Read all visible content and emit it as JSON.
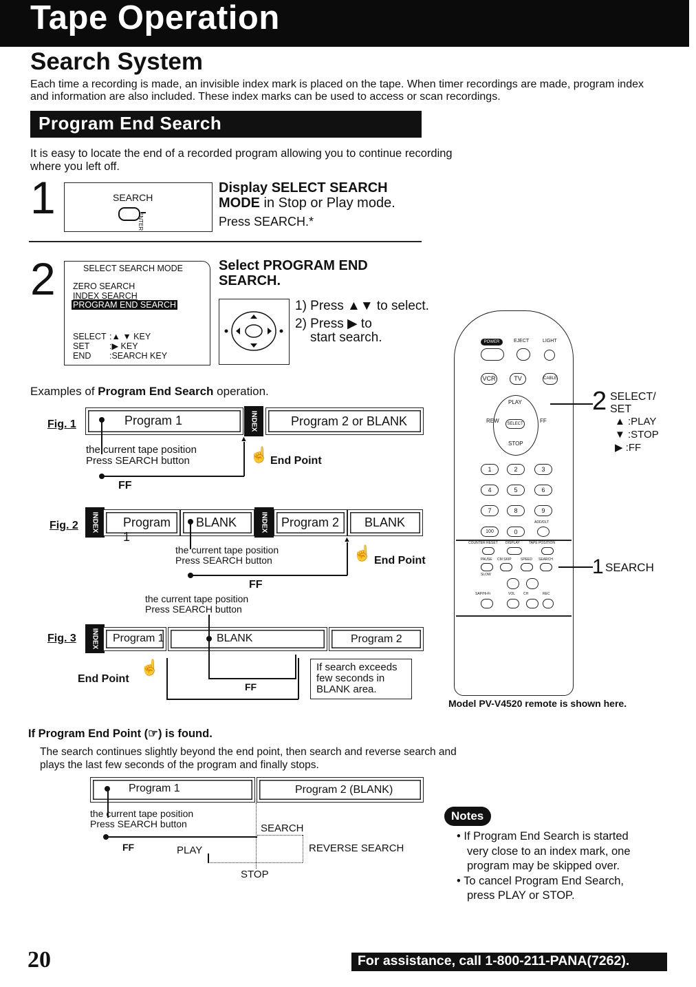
{
  "header": {
    "title": "Tape Operation"
  },
  "section": {
    "title": "Search System",
    "intro": "Each time a recording is made, an invisible index mark is placed on the tape. When timer recordings are made, program index and information are also included. These index marks can be used to access or scan recordings."
  },
  "subsection": {
    "title": "Program End Search",
    "description": "It is easy to locate the end of a recorded program allowing you to continue recording where you left off."
  },
  "step1": {
    "number": "1",
    "button_label": "SEARCH",
    "button_side": "ENTER",
    "title_bold": "Display SELECT SEARCH",
    "title_bold2": "MODE",
    "title_rest": " in Stop or Play mode.",
    "sub": "Press SEARCH.*"
  },
  "step2": {
    "number": "2",
    "title": "Select PROGRAM END",
    "title2": "SEARCH.",
    "screen": {
      "heading": "SELECT SEARCH MODE",
      "items": [
        "ZERO SEARCH",
        "INDEX SEARCH",
        "PROGRAM END SEARCH"
      ],
      "help": [
        {
          "k": "SELECT",
          "v": ":▲ ▼ KEY"
        },
        {
          "k": "SET",
          "v": ":▶ KEY"
        },
        {
          "k": "END",
          "v": ":SEARCH KEY"
        }
      ]
    },
    "instr1": "1) Press ▲▼ to select.",
    "instr2": "2) Press ▶ to",
    "instr3": "start search."
  },
  "examples": {
    "prefix": "Examples of ",
    "bold": "Program End Search",
    "suffix": " operation."
  },
  "common": {
    "current": "the current tape position",
    "press": "Press SEARCH button",
    "ff": "FF",
    "endpoint": "End Point",
    "index": "INDEX"
  },
  "fig1": {
    "label": "Fig. 1",
    "seg1": "Program 1",
    "seg2": "Program 2 or BLANK"
  },
  "fig2": {
    "label": "Fig. 2",
    "seg1": "Program 1",
    "seg2": "BLANK",
    "seg3": "Program  2",
    "seg4": "BLANK"
  },
  "fig3": {
    "label": "Fig. 3",
    "seg1": "Program 1",
    "seg2": "BLANK",
    "seg3": "Program  2",
    "note": "If search exceeds few seconds in BLANK area."
  },
  "remote": {
    "caption": "Model PV-V4520 remote is shown here.",
    "callout2_num": "2",
    "callout2_title": "SELECT/",
    "callout2_title2": "SET",
    "callout2_play": "▲ :PLAY",
    "callout2_stop": "▼ :STOP",
    "callout2_ff": "▶ :FF",
    "callout1_num": "1",
    "callout1_title": "SEARCH",
    "buttons": {
      "power": "POWER",
      "eject": "EJECT",
      "light": "LIGHT",
      "vcr": "VCR",
      "tv": "TV",
      "cable": "CABLE",
      "play": "PLAY",
      "rew": "REW",
      "ff": "FF",
      "stop": "STOP",
      "select": "SELECT",
      "row1": [
        "1",
        "2",
        "3"
      ],
      "row2": [
        "4",
        "5",
        "6"
      ],
      "row3": [
        "7",
        "8",
        "9"
      ],
      "row4": [
        "100",
        "0",
        "ADD/DLT"
      ],
      "func_labels": [
        "COUNTER RESET",
        "DISPLAY",
        "TAPE POSITION"
      ],
      "func2_labels": [
        "PAUSE",
        "CM SKIP",
        "SPEED",
        "SEARCH"
      ],
      "slow": "SLOW",
      "sap": "SAP/Hi-Fi",
      "vol": "VOL",
      "ch": "CH",
      "rec": "REC"
    }
  },
  "found": {
    "title_pre": "If Program End Point (",
    "title_post": ") is found.",
    "body": "The search continues slightly beyond the end point, then search and reverse search and plays the last few seconds of the program and finally stops.",
    "seg1": "Program 1",
    "seg2": "Program 2 (BLANK)",
    "search": "SEARCH",
    "play": "PLAY",
    "reverse": "REVERSE SEARCH",
    "stop": "STOP"
  },
  "notes": {
    "title": "Notes",
    "items": [
      "• If Program End Search is started",
      "very close to an index mark, one",
      "program may be skipped over.",
      "• To cancel Program End Search,",
      "press PLAY or STOP."
    ]
  },
  "footer": {
    "page": "20",
    "assist": "For assistance, call 1-800-211-PANA(7262)."
  }
}
